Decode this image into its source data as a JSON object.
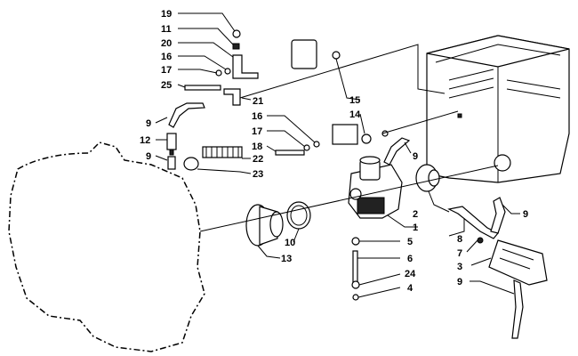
{
  "diagram": {
    "callouts": [
      {
        "id": "c19",
        "text": "19"
      },
      {
        "id": "c11",
        "text": "11"
      },
      {
        "id": "c20",
        "text": "20"
      },
      {
        "id": "c16a",
        "text": "16"
      },
      {
        "id": "c17a",
        "text": "17"
      },
      {
        "id": "c25",
        "text": "25"
      },
      {
        "id": "c21",
        "text": "21"
      },
      {
        "id": "c9a",
        "text": "9"
      },
      {
        "id": "c12",
        "text": "12"
      },
      {
        "id": "c9b",
        "text": "9"
      },
      {
        "id": "c15",
        "text": "15"
      },
      {
        "id": "c14",
        "text": "14"
      },
      {
        "id": "c16b",
        "text": "16"
      },
      {
        "id": "c17b",
        "text": "17"
      },
      {
        "id": "c18",
        "text": "18"
      },
      {
        "id": "c22",
        "text": "22"
      },
      {
        "id": "c23",
        "text": "23"
      },
      {
        "id": "c9c",
        "text": "9"
      },
      {
        "id": "c2",
        "text": "2"
      },
      {
        "id": "c1",
        "text": "1"
      },
      {
        "id": "c10",
        "text": "10"
      },
      {
        "id": "c13",
        "text": "13"
      },
      {
        "id": "c5",
        "text": "5"
      },
      {
        "id": "c6",
        "text": "6"
      },
      {
        "id": "c24",
        "text": "24"
      },
      {
        "id": "c4",
        "text": "4"
      },
      {
        "id": "c9d",
        "text": "9"
      },
      {
        "id": "c8",
        "text": "8"
      },
      {
        "id": "c7",
        "text": "7"
      },
      {
        "id": "c3",
        "text": "3"
      },
      {
        "id": "c9e",
        "text": "9"
      }
    ]
  }
}
